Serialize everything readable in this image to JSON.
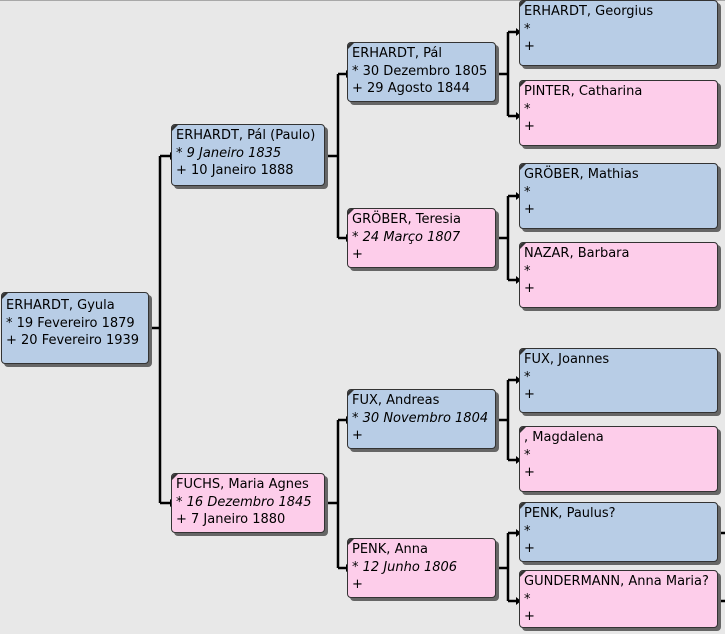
{
  "colors": {
    "male": "#b8cde6",
    "female": "#fdcdea",
    "background": "#e8e8e8",
    "line": "#000000"
  },
  "persons": {
    "gyula": {
      "name": "ERHARDT, Gyula",
      "birth": "* 19 Fevereiro 1879",
      "death": "+ 20 Fevereiro 1939"
    },
    "pal_paulo": {
      "name": "ERHARDT, Pál (Paulo)",
      "birth_sym": "*",
      "birth_date": "9 Janeiro 1835",
      "death": "+ 10 Janeiro 1888"
    },
    "maria_agnes": {
      "name": "FUCHS, Maria Agnes",
      "birth_sym": "*",
      "birth_date": "16 Dezembro 1845",
      "death": "+ 7 Janeiro 1880"
    },
    "pal": {
      "name": "ERHARDT, Pál",
      "birth": "* 30 Dezembro 1805",
      "death": "+ 29 Agosto 1844"
    },
    "teresia": {
      "name": "GRÖBER, Teresia",
      "birth_sym": "*",
      "birth_date": "24 Março 1807",
      "death": "+"
    },
    "andreas": {
      "name": "FUX, Andreas",
      "birth_sym": "*",
      "birth_date": "30 Novembro 1804",
      "death": "+"
    },
    "anna": {
      "name": "PENK, Anna",
      "birth_sym": "*",
      "birth_date": "12 Junho 1806",
      "death": "+"
    },
    "georgius": {
      "name": "ERHARDT, Georgius",
      "birth": "*",
      "death": "+"
    },
    "catharina": {
      "name": "PINTER, Catharina",
      "birth": "*",
      "death": "+"
    },
    "mathias": {
      "name": "GRÖBER, Mathias",
      "birth": "*",
      "death": "+"
    },
    "barbara": {
      "name": "NAZAR, Barbara",
      "birth": "*",
      "death": "+"
    },
    "joannes": {
      "name": "FUX, Joannes",
      "birth": "*",
      "death": "+"
    },
    "magdalena": {
      "name": ", Magdalena",
      "birth": "*",
      "death": "+"
    },
    "paulus": {
      "name": "PENK, Paulus?",
      "birth": "*",
      "death": "+"
    },
    "anna_maria": {
      "name": "GUNDERMANN, Anna Maria?",
      "birth": "*",
      "death": "+"
    }
  }
}
